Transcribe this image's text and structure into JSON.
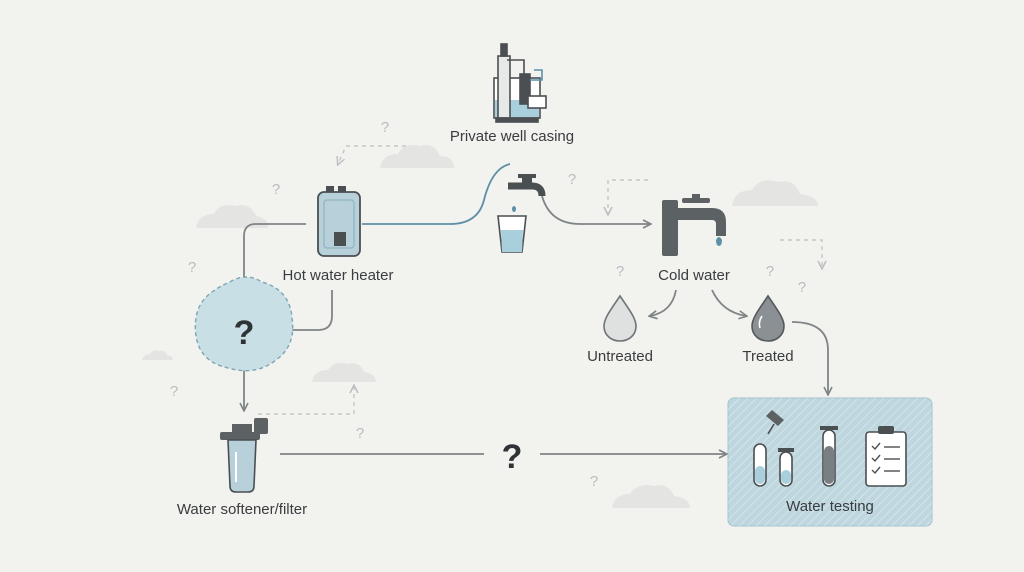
{
  "nodes": {
    "well": {
      "label": "Private well casing",
      "icon": "well-casing-icon"
    },
    "heater": {
      "label": "Hot water heater",
      "icon": "water-heater-icon"
    },
    "cold": {
      "label": "Cold water",
      "icon": "faucet-icon"
    },
    "untreated": {
      "label": "Untreated",
      "icon": "water-drop-icon"
    },
    "treated": {
      "label": "Treated",
      "icon": "water-drop-icon"
    },
    "softener": {
      "label": "Water softener/filter",
      "icon": "water-filter-icon"
    },
    "testing": {
      "label": "Water testing",
      "icon": "test-tubes-clipboard-icon"
    }
  },
  "unknown_markers": {
    "blob": "?",
    "main_line": "?",
    "small": "?"
  },
  "colors": {
    "background": "#f2f2ef",
    "line": "#7f8487",
    "pipe_blue": "#5d8fa8",
    "water_blue": "#a9cfdc",
    "testing_box": "#bed6de",
    "text": "#3a3d3f",
    "faint": "#c4c7c9"
  }
}
